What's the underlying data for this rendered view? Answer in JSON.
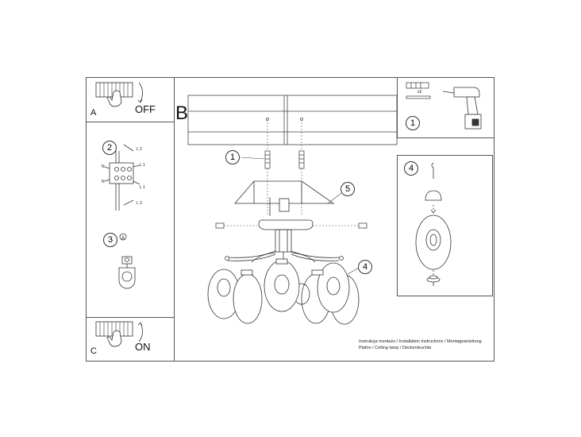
{
  "panelA": {
    "letter": "A",
    "action": "OFF"
  },
  "panelB": {
    "letter": "B"
  },
  "panelC": {
    "letter": "C",
    "action": "ON"
  },
  "tools": {
    "quantity": "x2",
    "step": "1"
  },
  "wiring": {
    "step": "2",
    "labels": [
      "L 2",
      "L 1",
      "N",
      "N",
      "L 1",
      "L 2"
    ]
  },
  "ground": {
    "step": "3"
  },
  "shade": {
    "step": "4"
  },
  "callouts": {
    "screws": "1",
    "canopy": "5",
    "glass": "4"
  },
  "caption": {
    "line1": "Instrukcja montażu / Installation instructions / Montageanleitung",
    "line2": "Plafon / Ceiling lamp / Deckenleuchte"
  }
}
